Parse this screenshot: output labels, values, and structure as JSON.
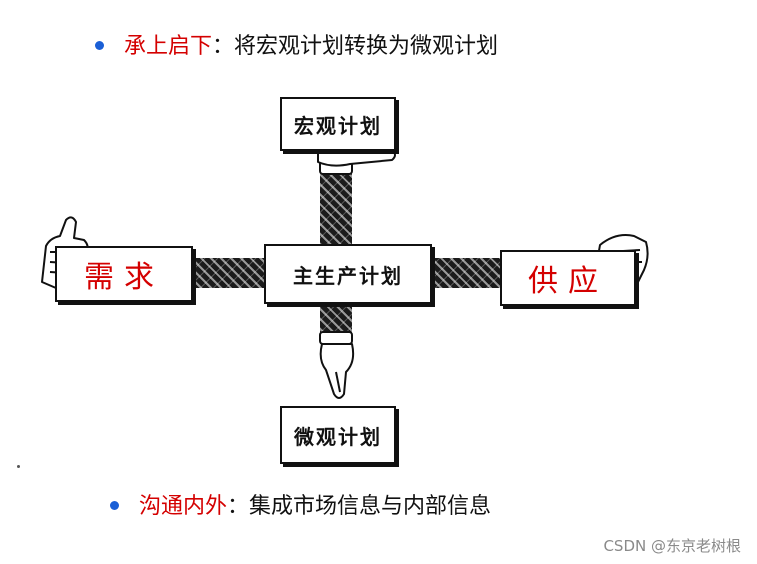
{
  "top_line": {
    "keyword": "承上启下",
    "text": "：将宏观计划转换为微观计划"
  },
  "bottom_line": {
    "keyword": "沟通内外",
    "text": "：集成市场信息与内部信息"
  },
  "diagram": {
    "top_box": "宏观计划",
    "bottom_box": "微观计划",
    "center_box": "主生产计划",
    "left_box": "需求",
    "right_box": "供应"
  },
  "watermark": "CSDN @东京老树根",
  "colors": {
    "keyword": "#d40000",
    "bullet": "#1a5fd6"
  }
}
